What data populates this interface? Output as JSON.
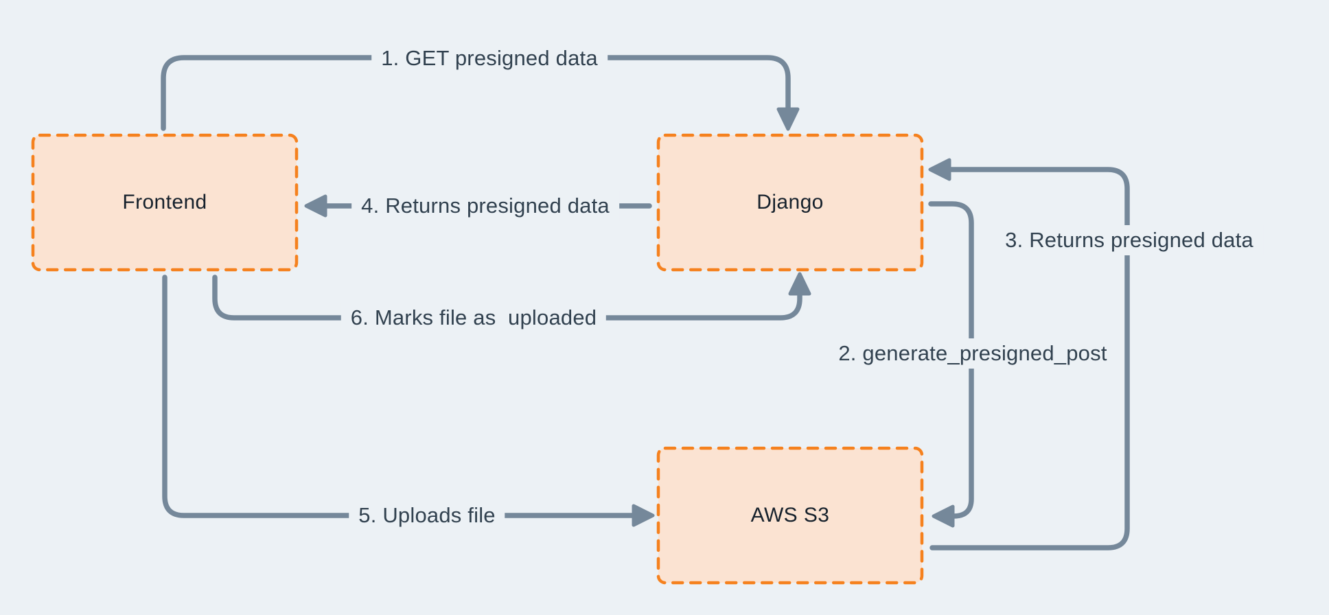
{
  "diagram": {
    "nodes": [
      {
        "id": "frontend",
        "label": "Frontend"
      },
      {
        "id": "django",
        "label": "Django"
      },
      {
        "id": "aws-s3",
        "label": "AWS S3"
      }
    ],
    "flows": [
      {
        "step": "1",
        "label": "1. GET presigned data",
        "from": "Frontend",
        "to": "Django"
      },
      {
        "step": "2",
        "label": "2. generate_presigned_post",
        "from": "Django",
        "to": "AWS S3"
      },
      {
        "step": "3",
        "label": "3. Returns presigned data",
        "from": "AWS S3",
        "to": "Django"
      },
      {
        "step": "4",
        "label": "4. Returns presigned data",
        "from": "Django",
        "to": "Frontend"
      },
      {
        "step": "5",
        "label": "5. Uploads file",
        "from": "Frontend",
        "to": "AWS S3"
      },
      {
        "step": "6",
        "label": "6. Marks file as  uploaded",
        "from": "Frontend",
        "to": "Django"
      }
    ],
    "colors": {
      "background": "#ECF1F5",
      "node_fill": "#FBE3D2",
      "node_border": "#F5811E",
      "arrow": "#75889A",
      "label_text": "#31414F",
      "node_text": "#16212C"
    }
  }
}
